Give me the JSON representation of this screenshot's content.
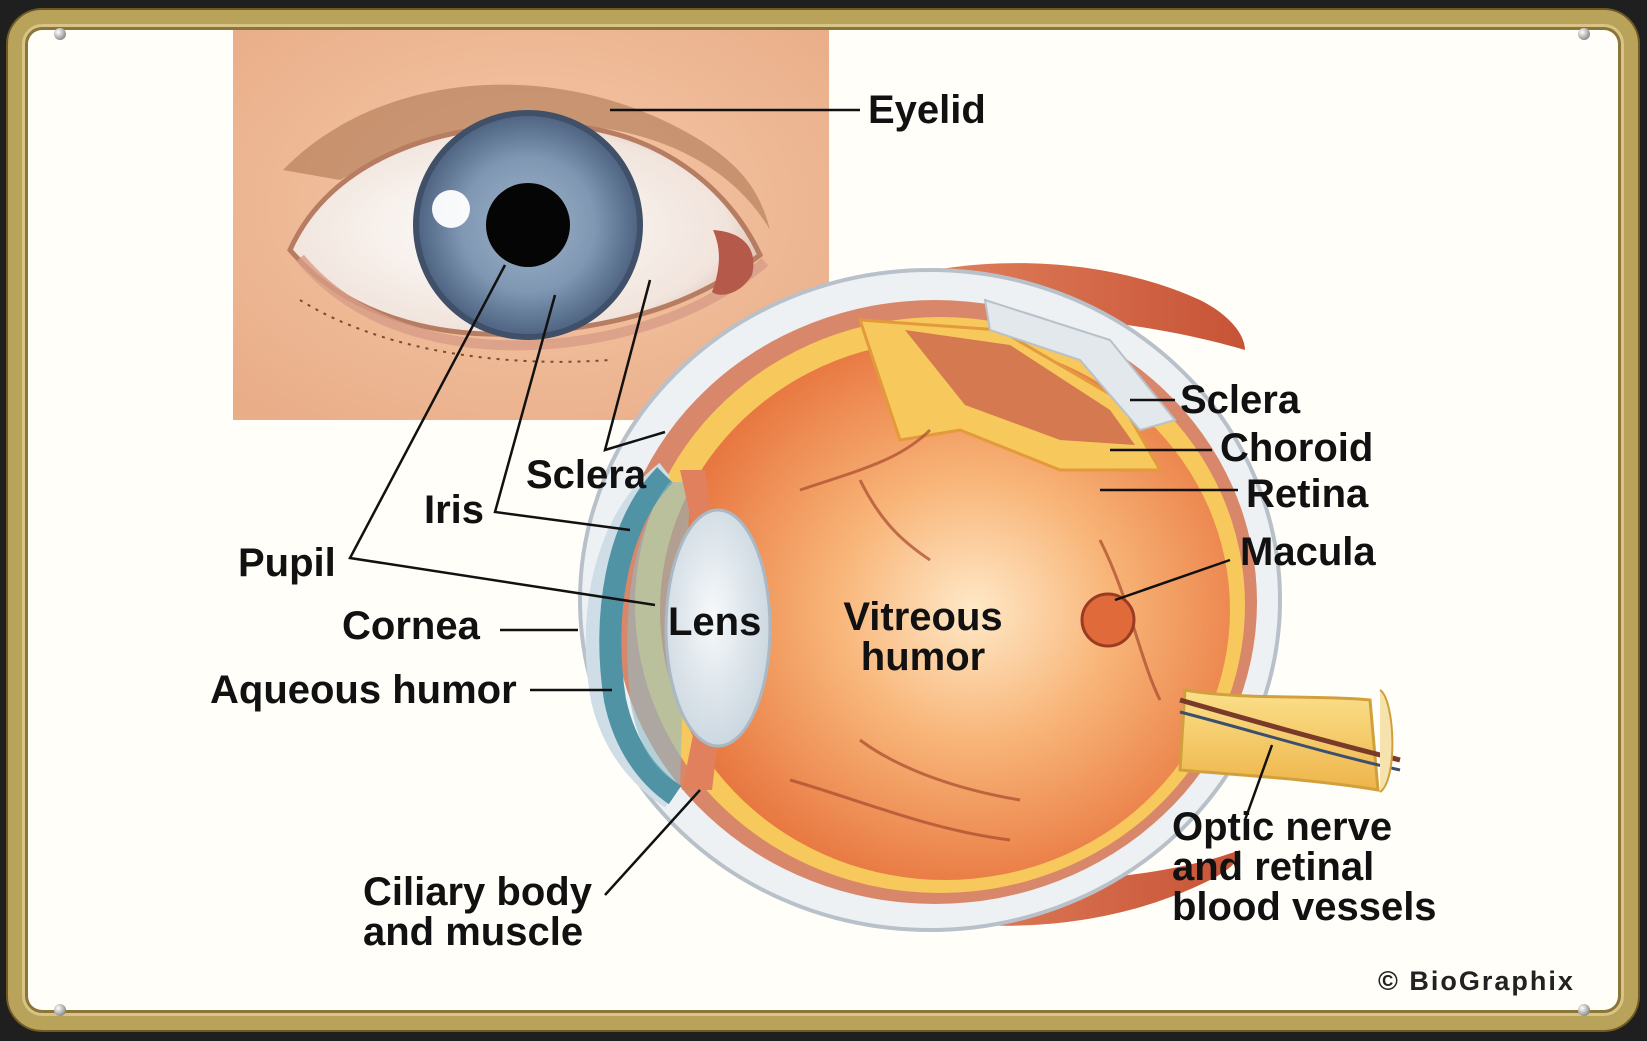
{
  "labels": {
    "eyelid": "Eyelid",
    "sclera_front": "Sclera",
    "iris": "Iris",
    "pupil": "Pupil",
    "cornea": "Cornea",
    "aqueous_humor": "Aqueous humor",
    "lens": "Lens",
    "vitreous_humor": "Vitreous\nhumor",
    "sclera": "Sclera",
    "choroid": "Choroid",
    "retina": "Retina",
    "macula": "Macula",
    "optic_nerve": "Optic nerve\nand retinal\nblood vessels",
    "ciliary_body": "Ciliary body\nand muscle"
  },
  "credit": "© BioGraphix",
  "colors": {
    "frame_gold": "#b9a25a",
    "skin": "#efb996",
    "iris_blue": "#6f86a3",
    "vitreous_orange": "#f2944f",
    "retina_yellow": "#f7c85b",
    "muscle_red": "#d9694a",
    "cornea_blue": "#4f93a4",
    "lens_white": "#e8eef3"
  }
}
